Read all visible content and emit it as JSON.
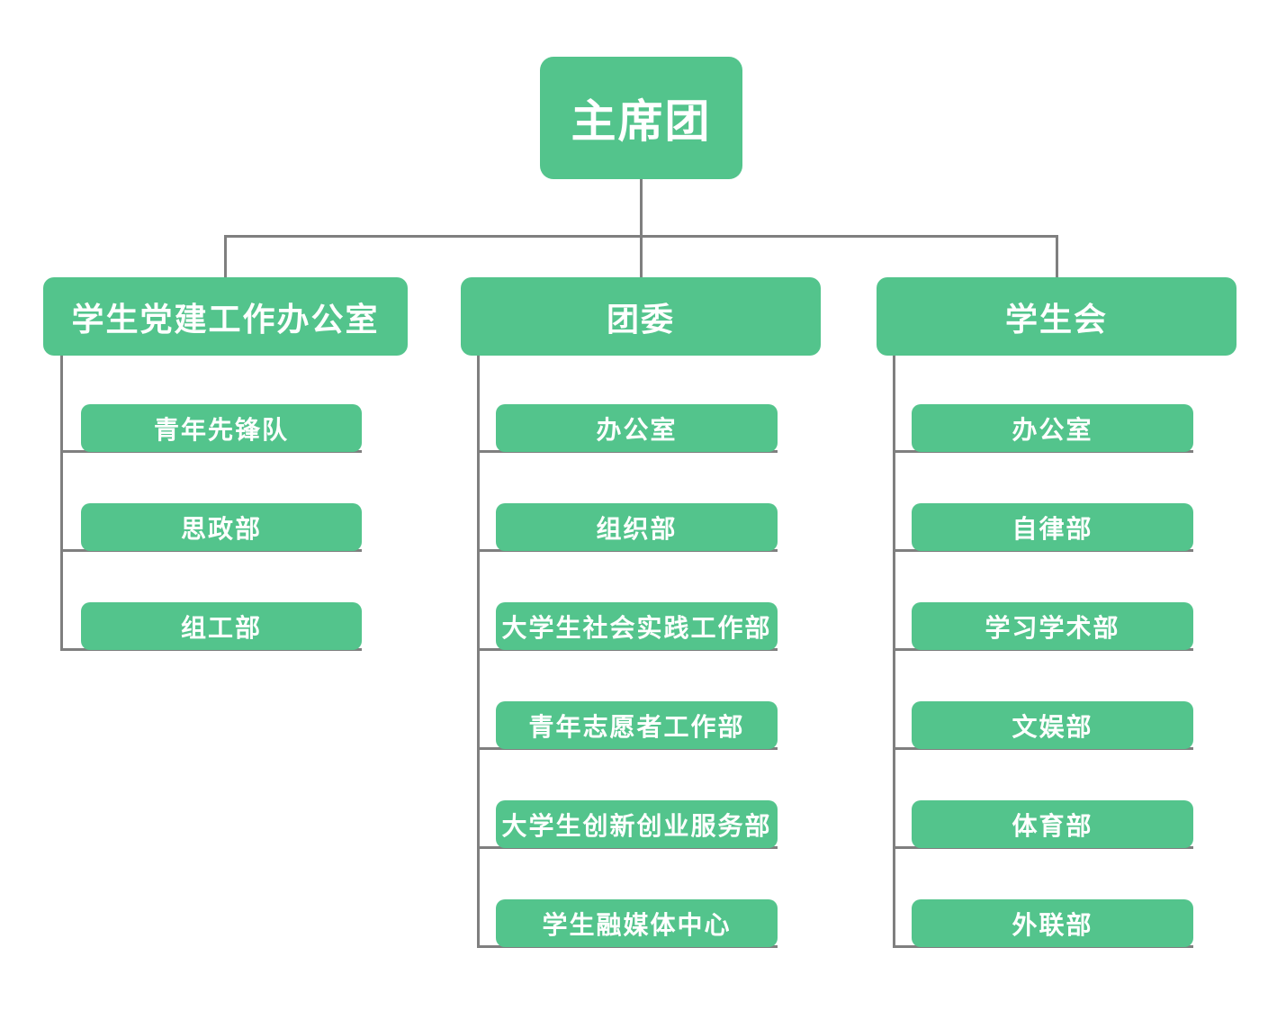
{
  "org": {
    "root": {
      "label": "主席团"
    },
    "branches": [
      {
        "label": "学生党建工作办公室",
        "children": [
          "青年先锋队",
          "思政部",
          "组工部"
        ]
      },
      {
        "label": "团委",
        "children": [
          "办公室",
          "组织部",
          "大学生社会实践工作部",
          "青年志愿者工作部",
          "大学生创新创业服务部",
          "学生融媒体中心"
        ]
      },
      {
        "label": "学生会",
        "children": [
          "办公室",
          "自律部",
          "学习学术部",
          "文娱部",
          "体育部",
          "外联部"
        ]
      }
    ],
    "colors": {
      "node_fill": "#53c48c",
      "node_text": "#ffffff",
      "connector": "#7f7f7f",
      "background": "#ffffff"
    }
  }
}
